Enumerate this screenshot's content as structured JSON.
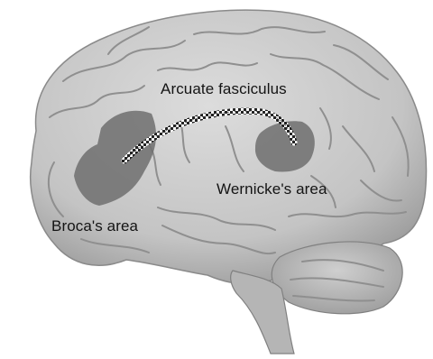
{
  "labels": {
    "arcuate": "Arcuate fasciculus",
    "wernicke": "Wernicke's area",
    "broca": "Broca's area"
  },
  "colors": {
    "brain_surface": "#c9c9c9",
    "region_fill": "#6f6f6f",
    "label_text": "#141414"
  }
}
